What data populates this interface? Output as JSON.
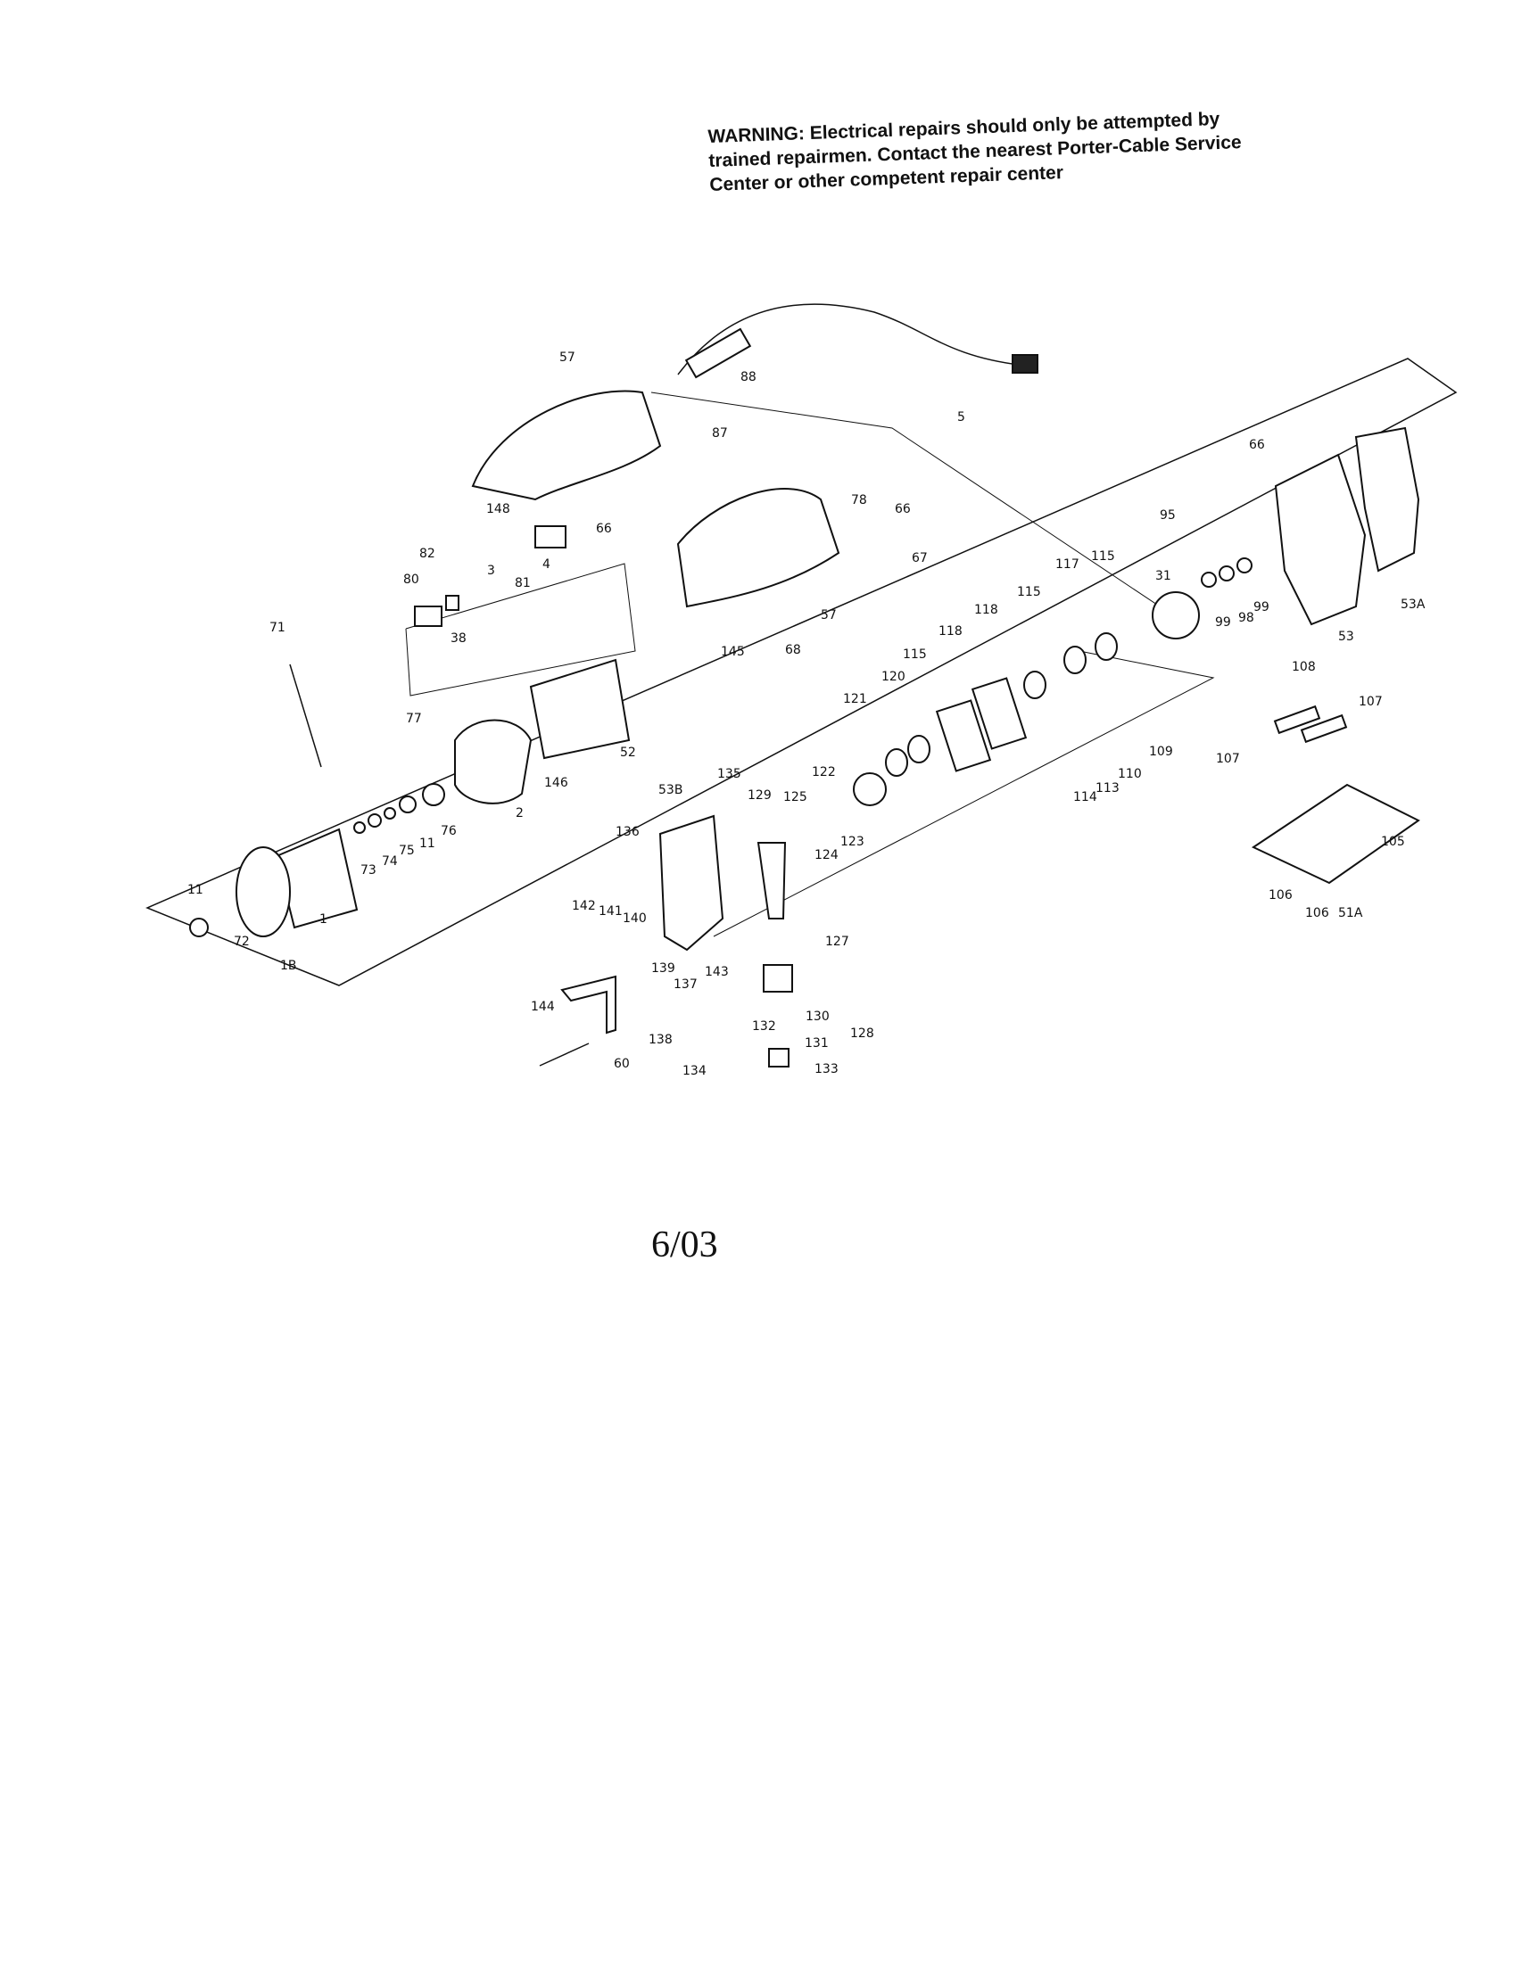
{
  "warning": {
    "line1": "WARNING: Electrical repairs should only be attempted by",
    "line2": "trained repairmen. Contact the nearest Porter-Cable Service",
    "line3": "Center or other competent repair center"
  },
  "footer": {
    "date": "6/03"
  },
  "callouts": {
    "c57a": "57",
    "c88": "88",
    "c5": "5",
    "c87": "87",
    "c78": "78",
    "c66a": "66",
    "c66b": "66",
    "c148": "148",
    "c4": "4",
    "c66c": "66",
    "c57b": "57",
    "c67": "67",
    "c68": "68",
    "c145": "145",
    "c82": "82",
    "c3": "3",
    "c81": "81",
    "c80": "80",
    "c38": "38",
    "c71": "71",
    "c77": "77",
    "c52": "52",
    "c146": "146",
    "c2": "2",
    "c76": "76",
    "c11a": "11",
    "c75": "75",
    "c74": "74",
    "c73": "73",
    "c1": "1",
    "c1B": "1B",
    "c72": "72",
    "c11b": "11",
    "c95": "95",
    "c31": "31",
    "c99a": "99",
    "c98": "98",
    "c99b": "99",
    "c53": "53",
    "c53A": "53A",
    "c117": "117",
    "c115a": "115",
    "c115b": "115",
    "c118a": "118",
    "c118b": "118",
    "c115c": "115",
    "c120": "120",
    "c121": "121",
    "c122": "122",
    "c125": "125",
    "c123": "123",
    "c124": "124",
    "c53B": "53B",
    "c135": "135",
    "c129": "129",
    "c136": "136",
    "c114": "114",
    "c113": "113",
    "c110": "110",
    "c109": "109",
    "c108": "108",
    "c107a": "107",
    "c107b": "107",
    "c105": "105",
    "c106a": "106",
    "c106b": "106",
    "c51A": "51A",
    "c142": "142",
    "c141": "141",
    "c140": "140",
    "c143": "143",
    "c139": "139",
    "c137": "137",
    "c138": "138",
    "c127": "127",
    "c130": "130",
    "c128": "128",
    "c131": "131",
    "c132": "132",
    "c134": "134",
    "c133": "133",
    "c144": "144",
    "c60": "60"
  }
}
